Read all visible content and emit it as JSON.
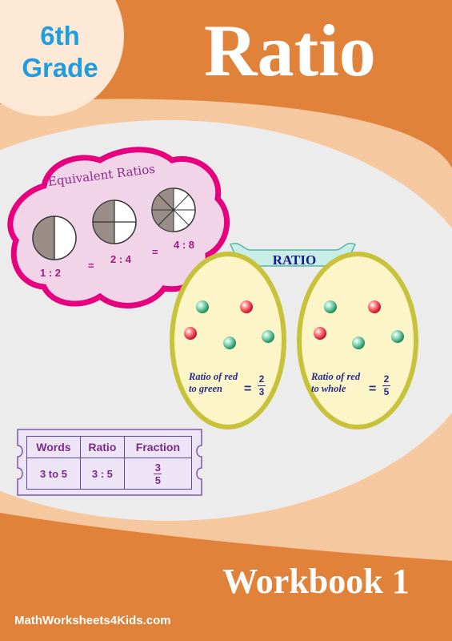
{
  "header": {
    "grade_line1": "6th",
    "grade_line2": "Grade",
    "title": "Ratio"
  },
  "equivalent_ratios": {
    "title": "Equivalent Ratios",
    "ratios": [
      "1 : 2",
      "2 : 4",
      "4 : 8"
    ],
    "equals": "="
  },
  "ratio_diagram": {
    "banner": "RATIO",
    "left_caption_line1": "Ratio of red",
    "left_caption_line2": "to green",
    "left_numerator": "2",
    "left_denominator": "3",
    "right_caption_line1": "Ratio of red",
    "right_caption_line2": "to whole",
    "right_numerator": "2",
    "right_denominator": "5",
    "equals": "="
  },
  "table": {
    "headers": [
      "Words",
      "Ratio",
      "Fraction"
    ],
    "row": {
      "words": "3 to 5",
      "ratio": "3 : 5",
      "numerator": "3",
      "denominator": "5"
    }
  },
  "footer": {
    "workbook": "Workbook 1",
    "site": "MathWorksheets4Kids.com"
  },
  "colors": {
    "orange": "#e0823a",
    "peach": "#f6c8a0",
    "grade_blue": "#1e9ee0",
    "pink_cloud": "#e6007e",
    "oval_yellow": "#c8c23a"
  }
}
